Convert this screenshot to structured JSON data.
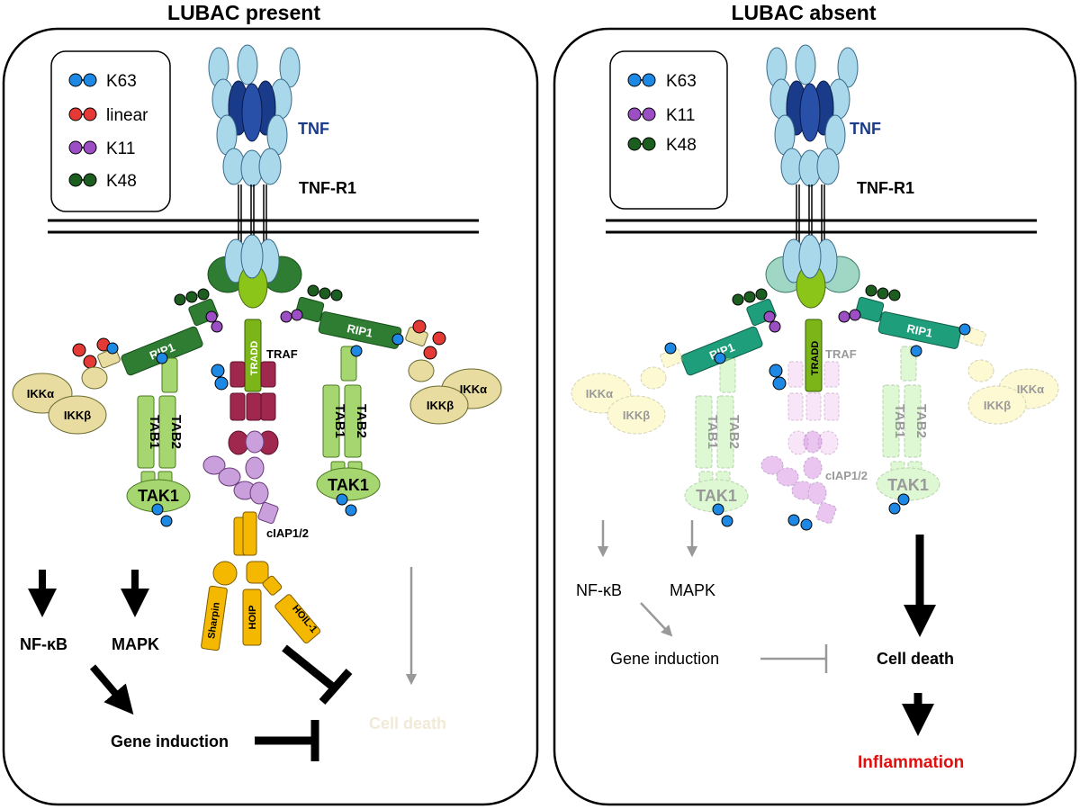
{
  "panels": {
    "left": {
      "title": "LUBAC present",
      "legend": [
        {
          "label": "K63",
          "color": "#1e88e5"
        },
        {
          "label": "linear",
          "color": "#e53935"
        },
        {
          "label": "K11",
          "color": "#9c4fc4"
        },
        {
          "label": "K48",
          "color": "#1b5e20"
        }
      ],
      "tnf": "TNF",
      "tnfr1": "TNF-R1",
      "rip1": "RIP1",
      "tradd": "TRADD",
      "traf": "TRAF",
      "ikka": "IKKα",
      "ikkb": "IKKβ",
      "tab1": "TAB1",
      "tab2": "TAB2",
      "tak1": "TAK1",
      "ciap": "cIAP1/2",
      "sharpin": "Sharpin",
      "hoip": "HOIP",
      "hoil": "HOIL-1",
      "nfkb": "NF-κB",
      "mapk": "MAPK",
      "gene_induction": "Gene induction",
      "cell_death": "Cell death"
    },
    "right": {
      "title": "LUBAC absent",
      "legend": [
        {
          "label": "K63",
          "color": "#1e88e5"
        },
        {
          "label": "K11",
          "color": "#9c4fc4"
        },
        {
          "label": "K48",
          "color": "#1b5e20"
        }
      ],
      "tnf": "TNF",
      "tnfr1": "TNF-R1",
      "rip1": "RIP1",
      "tradd": "TRADD",
      "traf": "TRAF",
      "ikka": "IKKα",
      "ikkb": "IKKβ",
      "tab1": "TAB1",
      "tab2": "TAB2",
      "tak1": "TAK1",
      "ciap": "cIAP1/2",
      "nfkb": "NF-κB",
      "mapk": "MAPK",
      "gene_induction": "Gene induction",
      "cell_death": "Cell death",
      "inflammation": "Inflammation"
    }
  },
  "colors": {
    "k63": "#1e88e5",
    "linear": "#e53935",
    "k11": "#9c4fc4",
    "k48": "#1b5e20",
    "tnf_light": "#a8d8ea",
    "tnf_dark": "#1a3a8a",
    "rip1": "#2e7d32",
    "tradd": "#7cb518",
    "traf": "#a0284f",
    "ciap": "#c9a0dc",
    "lubac": "#f5b800",
    "ikk": "#e8dca0",
    "tab": "#a5d66f",
    "inflammation": "#e01010"
  }
}
